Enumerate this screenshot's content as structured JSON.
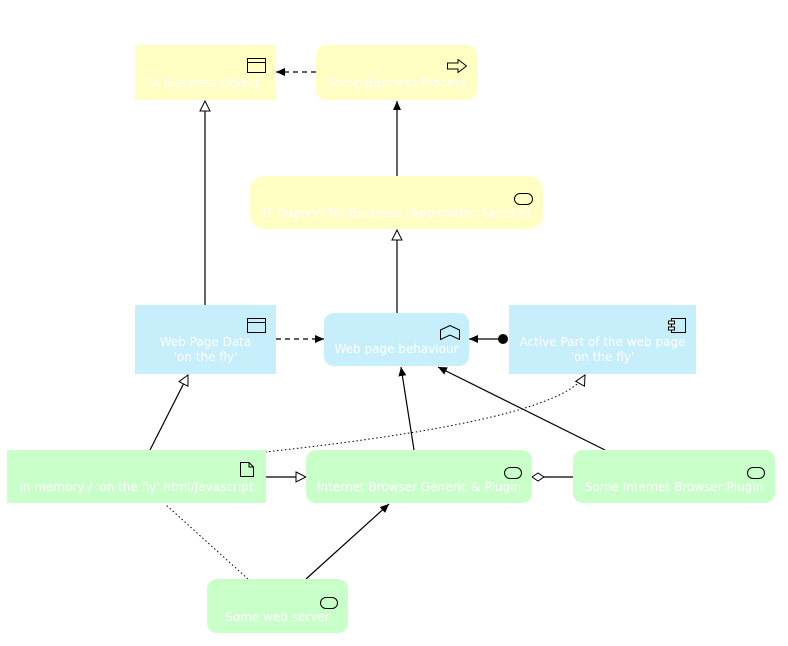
{
  "colors": {
    "business": "#ffffc4",
    "application": "#c6eefb",
    "technology": "#c9ffc9",
    "label_text": "#ffffff",
    "edge": "#000000"
  },
  "nodes": {
    "business_object": {
      "label": "A Business Object",
      "icon": "business-object-icon"
    },
    "business_process": {
      "label": "Some Business Process",
      "icon": "process-arrow-icon"
    },
    "business_service": {
      "label": "IT Support for Business (Application Service)",
      "icon": "service-icon"
    },
    "web_page_data": {
      "label": "Web Page Data\n'on the fly'",
      "icon": "data-object-icon"
    },
    "web_page_behaviour": {
      "label": "Web page behaviour",
      "icon": "function-icon"
    },
    "active_part": {
      "label": "Active Part of the web page\n'on the fly'",
      "icon": "component-icon"
    },
    "in_memory": {
      "label": "in memory / 'on the fly' html/Javascript",
      "icon": "artifact-icon"
    },
    "browser_generic": {
      "label": "Internet Browser Generic & Plugin",
      "icon": "system-software-icon"
    },
    "browser_plugin": {
      "label": "Some Internet Browser Plugin",
      "icon": "system-software-icon"
    },
    "web_server": {
      "label": "Some web server",
      "icon": "system-software-icon"
    }
  },
  "relations": [
    {
      "from": "business_process",
      "to": "business_object",
      "type": "access"
    },
    {
      "from": "business_service",
      "to": "business_process",
      "type": "serving"
    },
    {
      "from": "web_page_data",
      "to": "business_object",
      "type": "realization"
    },
    {
      "from": "web_page_behaviour",
      "to": "business_service",
      "type": "realization"
    },
    {
      "from": "web_page_data",
      "to": "web_page_behaviour",
      "type": "access"
    },
    {
      "from": "active_part",
      "to": "web_page_behaviour",
      "type": "assignment"
    },
    {
      "from": "in_memory",
      "to": "web_page_data",
      "type": "realization"
    },
    {
      "from": "in_memory",
      "to": "active_part",
      "type": "realization"
    },
    {
      "from": "in_memory",
      "to": "browser_generic",
      "type": "realization"
    },
    {
      "from": "browser_generic",
      "to": "web_page_behaviour",
      "type": "serving"
    },
    {
      "from": "browser_plugin",
      "to": "web_page_behaviour",
      "type": "serving"
    },
    {
      "from": "browser_generic",
      "to": "browser_plugin",
      "type": "aggregation"
    },
    {
      "from": "web_server",
      "to": "browser_generic",
      "type": "serving"
    },
    {
      "from": "web_server",
      "to": "in_memory",
      "type": "association"
    }
  ]
}
